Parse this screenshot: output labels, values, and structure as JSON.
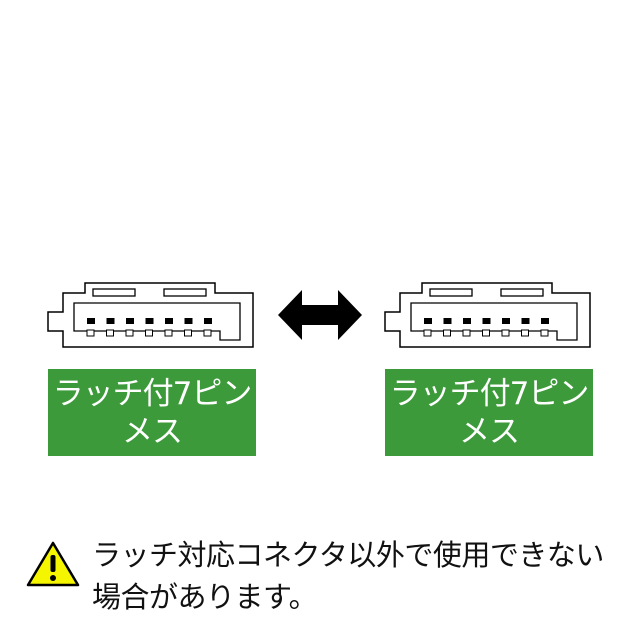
{
  "connectors": [
    {
      "label_line1": "ラッチ付7ピン",
      "label_line2": "メス",
      "pin_count": 7
    },
    {
      "label_line1": "ラッチ付7ピン",
      "label_line2": "メス",
      "pin_count": 7
    }
  ],
  "arrow_icon": "double-headed-arrow",
  "label_color": "#3c9a3a",
  "warning": {
    "icon": "warning-triangle-icon",
    "line1": "ラッチ対応コネクタ以外で使用できない",
    "line2": "場合があります。"
  }
}
